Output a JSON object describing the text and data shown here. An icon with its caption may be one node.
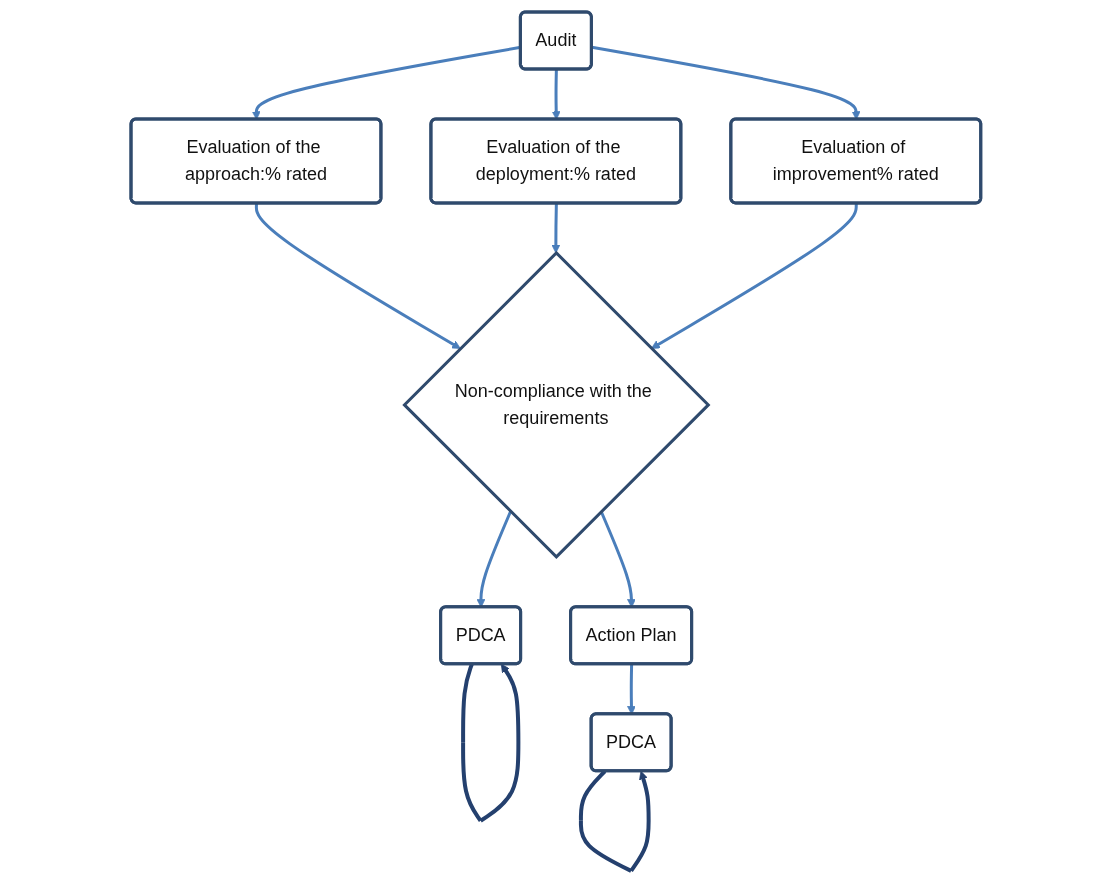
{
  "diagram": {
    "nodes": [
      {
        "text": [
          "Audit"
        ]
      },
      {
        "text": [
          "Evaluation of the approach:% rated"
        ]
      },
      {
        "text": [
          "Evaluation of the deployment:% rated"
        ]
      },
      {
        "text": [
          "Evaluation of improvement% rated"
        ]
      },
      {
        "text": [
          "Non-compliance with the requirements"
        ]
      },
      {
        "text": [
          "PDCA"
        ]
      },
      {
        "text": [
          "Action Plan"
        ]
      },
      {
        "text": [
          "PDCA"
        ]
      }
    ],
    "edges": [
      {
        "from": 0,
        "to": 1,
        "arrow": "to"
      },
      {
        "from": 0,
        "to": 2,
        "arrow": "to"
      },
      {
        "from": 0,
        "to": 3,
        "arrow": "to"
      },
      {
        "from": 1,
        "to": 4,
        "arrow": "to"
      },
      {
        "from": 2,
        "to": 4,
        "arrow": "to"
      },
      {
        "from": 3,
        "to": 4,
        "arrow": "to"
      },
      {
        "from": 4,
        "to": 5,
        "arrow": "to"
      },
      {
        "from": 5,
        "to": 5,
        "arrow": "to",
        "color": "#24406e"
      },
      {
        "from": 4,
        "to": 6,
        "arrow": "to"
      },
      {
        "from": 6,
        "to": 7,
        "arrow": "to"
      },
      {
        "from": 7,
        "to": 7,
        "arrow": "to",
        "color": "#24406e"
      }
    ]
  }
}
